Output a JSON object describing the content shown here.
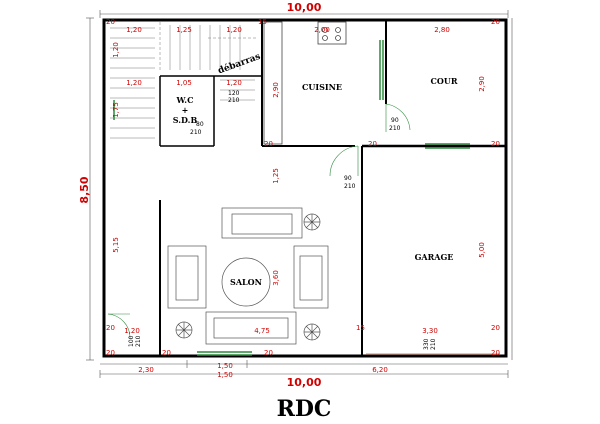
{
  "title": "RDC",
  "overall": {
    "top_width": "10,00",
    "bottom_width": "10,00",
    "left_height": "8,50",
    "bottom_segments": [
      "2,30",
      "1,50",
      "6,20"
    ],
    "bottom_sub": "1,50"
  },
  "rooms": {
    "wc": [
      "W.C",
      "+",
      "S.D.B"
    ],
    "debarras": "débarras",
    "cuisine": "CUISINE",
    "cour": "COUR",
    "salon": "SALON",
    "garage": "GARAGE"
  },
  "doors": {
    "wc": [
      "80",
      "210"
    ],
    "debarras": [
      "120",
      "210"
    ],
    "cour": [
      "90",
      "210"
    ],
    "hall": [
      "90",
      "210"
    ],
    "entry": [
      "100",
      "210"
    ],
    "garage": [
      "330",
      "210"
    ]
  },
  "dims": {
    "stair_top": [
      "1,20",
      "1,25",
      "1,20"
    ],
    "wc_top": [
      "1,20",
      "1,05",
      "1,20"
    ],
    "kitchen_top": "2,00",
    "cour_top": "2,80",
    "salon_bottom": "4,75",
    "entry_width": "1,20",
    "garage_width": "3,30",
    "left_vertical": [
      "1,20",
      "1,75",
      "5,15"
    ],
    "mid_vertical": [
      "2,90",
      "1,25",
      "3,60"
    ],
    "right_vertical": [
      "2,90",
      "5,00"
    ],
    "wall": "20",
    "wall15": "15"
  },
  "colors": {
    "wall": "#000000",
    "dim": "#d10000",
    "window": "#2a8a3a",
    "furniture": "#555555"
  }
}
